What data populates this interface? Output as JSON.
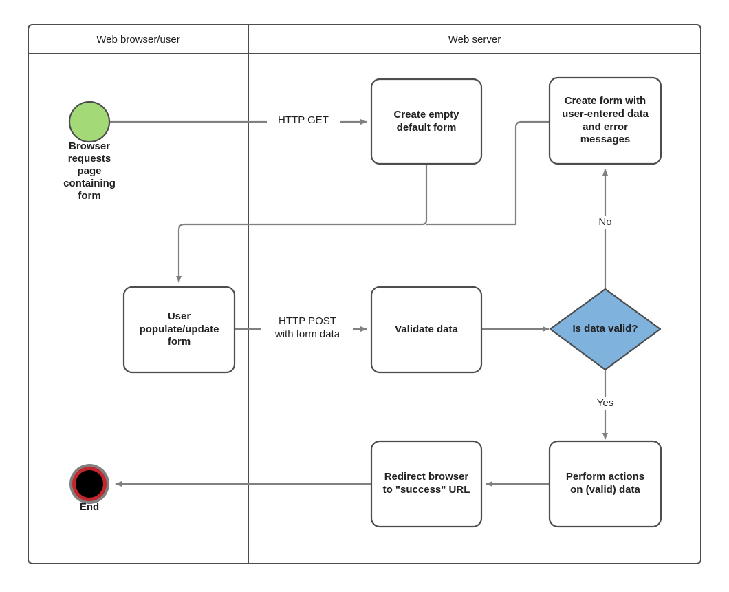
{
  "diagram": {
    "title": "Form handling flowchart",
    "colors": {
      "stroke": "#4D4D4D",
      "edge": "#808080",
      "text": "#222222",
      "start_fill": "#A3D977",
      "decision_fill": "#7FB3DE",
      "end_ring": "#C1272D",
      "end_fill": "#000000",
      "background": "#FFFFFF"
    },
    "lanes": [
      {
        "id": "lane-browser",
        "title": "Web browser/user"
      },
      {
        "id": "lane-server",
        "title": "Web server"
      }
    ],
    "nodes": [
      {
        "id": "start",
        "type": "start",
        "label": "",
        "caption": "Browser\nrequests\npage\ncontaining\nform"
      },
      {
        "id": "create-empty-form",
        "type": "process",
        "label": "Create empty\ndefault form"
      },
      {
        "id": "create-form-errors",
        "type": "process",
        "label": "Create form with\nuser-entered data\nand error\nmessages"
      },
      {
        "id": "user-populate-form",
        "type": "process",
        "label": "User\npopulate/update\nform"
      },
      {
        "id": "validate-data",
        "type": "process",
        "label": "Validate data"
      },
      {
        "id": "is-data-valid",
        "type": "decision",
        "label": "Is data valid?"
      },
      {
        "id": "perform-actions",
        "type": "process",
        "label": "Perform actions\non (valid) data"
      },
      {
        "id": "redirect-browser",
        "type": "process",
        "label": "Redirect browser\nto \"success\" URL"
      },
      {
        "id": "end",
        "type": "end",
        "label": "",
        "caption": "End"
      }
    ],
    "edges": [
      {
        "id": "edge-http-get",
        "from": "start",
        "to": "create-empty-form",
        "label": "HTTP GET"
      },
      {
        "id": "edge-form-to-user",
        "from": "create-empty-form",
        "to": "user-populate-form",
        "label": ""
      },
      {
        "id": "edge-errors-to-user",
        "from": "create-form-errors",
        "to": "user-populate-form",
        "label": ""
      },
      {
        "id": "edge-http-post",
        "from": "user-populate-form",
        "to": "validate-data",
        "label": "HTTP POST\nwith form data"
      },
      {
        "id": "edge-validate-to-decision",
        "from": "validate-data",
        "to": "is-data-valid",
        "label": ""
      },
      {
        "id": "edge-no",
        "from": "is-data-valid",
        "to": "create-form-errors",
        "label": "No"
      },
      {
        "id": "edge-yes",
        "from": "is-data-valid",
        "to": "perform-actions",
        "label": "Yes"
      },
      {
        "id": "edge-actions-to-redirect",
        "from": "perform-actions",
        "to": "redirect-browser",
        "label": ""
      },
      {
        "id": "edge-redirect-to-end",
        "from": "redirect-browser",
        "to": "end",
        "label": ""
      }
    ]
  }
}
